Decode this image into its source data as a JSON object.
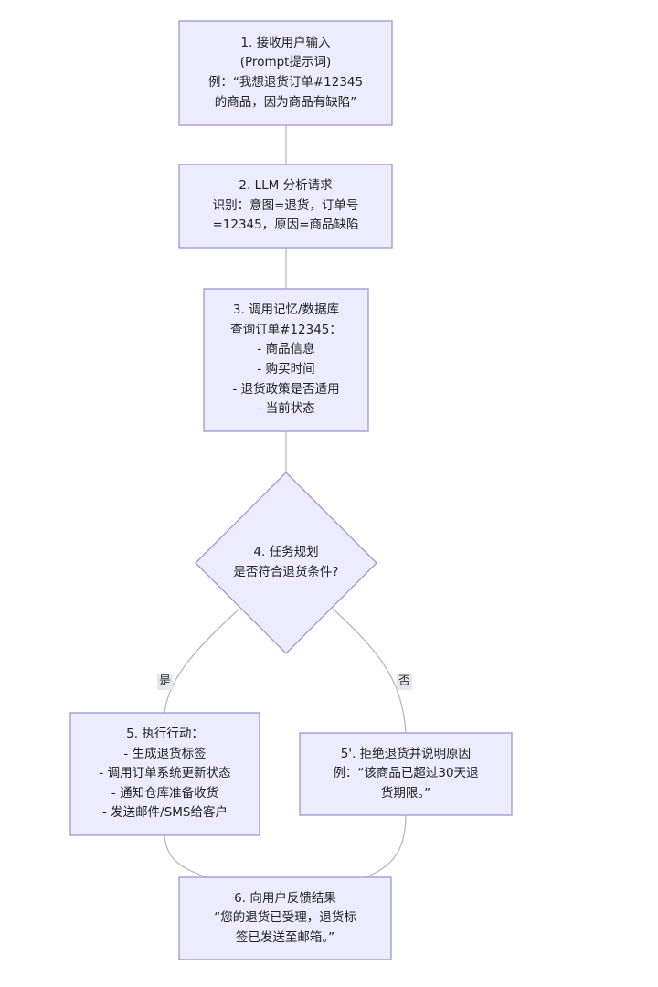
{
  "nodes": {
    "n1": {
      "lines": [
        "1. 接收用户输入",
        "(Prompt提示词)",
        "例：“我想退货订单#12345",
        "的商品，因为商品有缺陷”"
      ]
    },
    "n2": {
      "lines": [
        "2. LLM 分析请求",
        "识别：意图=退货，订单号",
        "=12345，原因=商品缺陷"
      ]
    },
    "n3": {
      "lines": [
        "3. 调用记忆/数据库",
        "查询订单#12345：",
        "- 商品信息",
        "- 购买时间",
        "- 退货政策是否适用",
        "- 当前状态"
      ]
    },
    "n4": {
      "lines": [
        "4. 任务规划",
        "是否符合退货条件?"
      ]
    },
    "n5": {
      "lines": [
        "5. 执行行动：",
        "- 生成退货标签",
        "- 调用订单系统更新状态",
        "- 通知仓库准备收货",
        "- 发送邮件/SMS给客户"
      ]
    },
    "n5b": {
      "lines": [
        "5'. 拒绝退货并说明原因",
        "例：“该商品已超过30天退",
        "货期限。”"
      ]
    },
    "n6": {
      "lines": [
        "6. 向用户反馈结果",
        "“您的退货已受理，退货标",
        "签已发送至邮箱。”"
      ]
    }
  },
  "edges": {
    "yes_label": "是",
    "no_label": "否"
  }
}
